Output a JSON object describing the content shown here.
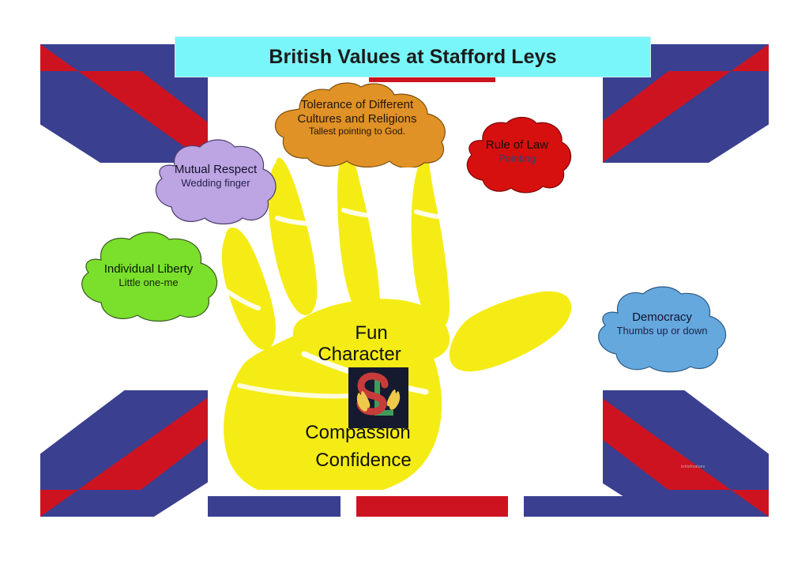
{
  "poster": {
    "title": "British Values at Stafford Leys",
    "background": "union-jack-flag",
    "colors": {
      "flag_navy": "#3b3f8f",
      "flag_red": "#ce1320",
      "flag_white": "#ffffff",
      "title_bar": "#79f6f9",
      "hand_yellow": "#f5ec15",
      "cloud_orange": "#e09226",
      "cloud_red": "#d6100f",
      "cloud_purple": "#bda4e3",
      "cloud_green": "#7ae02b",
      "cloud_blue": "#64a8de"
    }
  },
  "hand": {
    "label": "yellow handprint",
    "palm_words": [
      "Fun",
      "Character",
      "Compassion",
      "Confidence"
    ],
    "logo": {
      "name": "stafford-leys-school-logo",
      "letters": [
        "S",
        "L"
      ],
      "letter_s_color": "#c83b3b",
      "letter_l_color": "#3f9b5c",
      "background_color": "#161a2e",
      "wheat_color": "#efc94b"
    }
  },
  "clouds": [
    {
      "id": "tolerance",
      "title_line_1": "Tolerance of Different",
      "title_line_2": "Cultures and Religions",
      "subtitle": "Tallest pointing to God.",
      "color": "#e09226",
      "finger": "middle"
    },
    {
      "id": "rule-of-law",
      "title_line_1": "Rule of Law",
      "title_line_2": "",
      "subtitle": "Pointing",
      "color": "#d6100f",
      "finger": "index"
    },
    {
      "id": "mutual-respect",
      "title_line_1": "Mutual Respect",
      "title_line_2": "",
      "subtitle": "Wedding finger",
      "color": "#bda4e3",
      "finger": "ring"
    },
    {
      "id": "individual-liberty",
      "title_line_1": "Individual Liberty",
      "title_line_2": "",
      "subtitle": "Little one-me",
      "color": "#7ae02b",
      "finger": "little"
    },
    {
      "id": "democracy",
      "title_line_1": "Democracy",
      "title_line_2": "",
      "subtitle": "Thumbs up or down",
      "color": "#64a8de",
      "finger": "thumb"
    }
  ],
  "watermark": {
    "text": "britishvalues"
  }
}
